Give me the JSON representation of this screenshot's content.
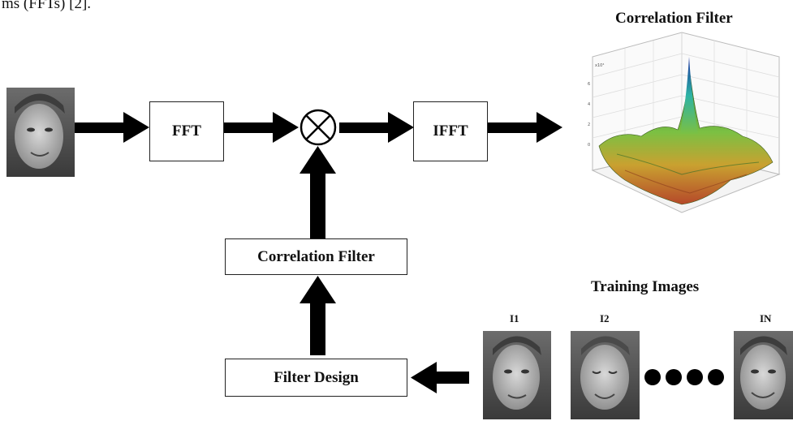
{
  "top_text": "ms (FFTs) [2].",
  "blocks": {
    "fft": "FFT",
    "ifft": "IFFT",
    "correlation_filter": "Correlation Filter",
    "filter_design": "Filter Design"
  },
  "output_title": "Correlation Filter",
  "training": {
    "title": "Training Images",
    "labels": [
      "I1",
      "I2",
      "IN"
    ]
  }
}
